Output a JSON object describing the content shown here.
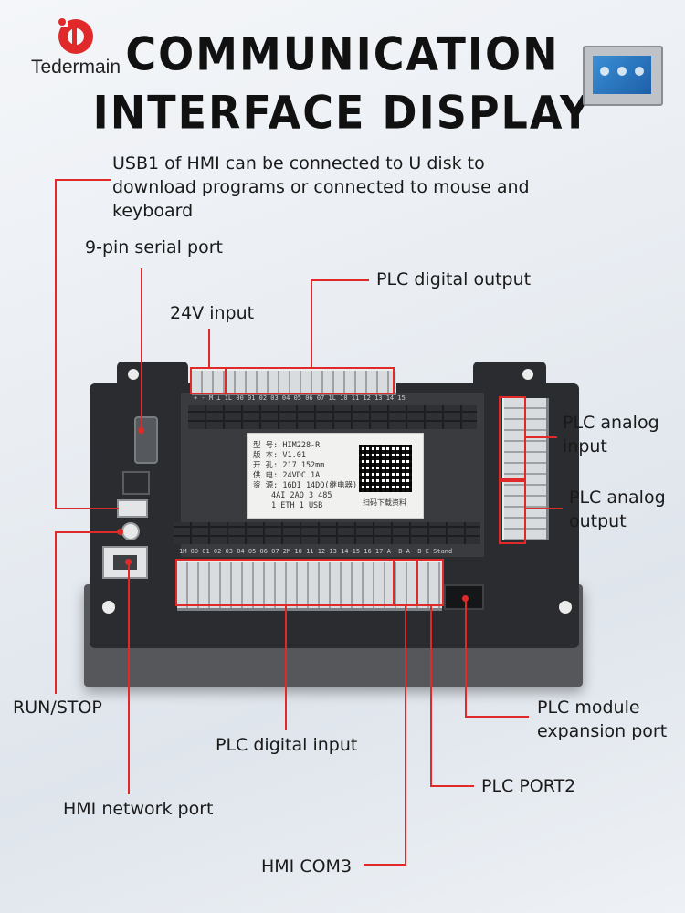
{
  "brand": {
    "name": "Tedermain"
  },
  "header": {
    "title_line1": "COMMUNICATION",
    "title_line2": "INTERFACE DISPLAY"
  },
  "device_sticker": {
    "rows": [
      "型 号: HIM228-R",
      "版 本: V1.01",
      "开 孔: 217  152mm",
      "供 电: 24VDC 1A",
      "资 源: 16DI 14DO(继电器)",
      "4AI 2AO  3  485",
      "1  ETH  1  USB"
    ],
    "scan_text": "扫码下载资料"
  },
  "device_markings": {
    "top_strip": "+ - M ⊥ 1L 00 01 02 03 04 05 06 07 1L 10 11 12 13 14 15",
    "bottom_strip": "1M 00 01 02 03 04 05 06 07 2M 10 11 12 13 14 15 16 17  A- B  A- B  E-Stand"
  },
  "callouts": {
    "usb1": "USB1 of HMI can be connected to U disk to download programs or connected to mouse and keyboard",
    "serial": "9-pin serial port",
    "plc_digital_output": "PLC digital output",
    "input_24v": "24V input",
    "plc_analog_input": "PLC analog input",
    "plc_analog_output": "PLC analog output",
    "run_stop": "RUN/STOP",
    "plc_module_expansion": "PLC module expansion port",
    "plc_digital_input": "PLC digital input",
    "plc_port2": "PLC  PORT2",
    "hmi_network_port": "HMI network port",
    "hmi_com3": "HMI  COM3"
  },
  "colors": {
    "accent": "#e02a2a",
    "device": "#2b2c2f",
    "title": "#111111"
  },
  "icons": [
    "tedermain-logo-icon",
    "hmi-thumbnail-icon"
  ]
}
